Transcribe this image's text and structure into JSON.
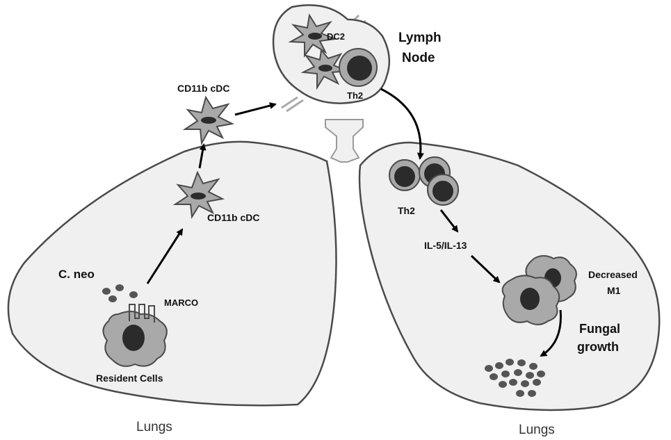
{
  "labels": {
    "lymph_node_line1": "Lymph",
    "lymph_node_line2": "Node",
    "dc2": "DC2",
    "th2_node": "Th2",
    "cd11b_top": "CD11b cDC",
    "cd11b_lung": "CD11b cDC",
    "c_neo": "C. neo",
    "marco": "MARCO",
    "resident_cells": "Resident Cells",
    "lungs_left": "Lungs",
    "th2_lung": "Th2",
    "il5_il13": "IL-5/IL-13",
    "decreased_line1": "Decreased",
    "decreased_line2": "M1",
    "fungal_line1": "Fungal",
    "fungal_line2": "growth",
    "lungs_right": "Lungs"
  },
  "colors": {
    "outline": "#4a4a4a",
    "lung_fill": "#f0f0f0",
    "cell_fill": "#a9a9a9",
    "nucleus": "#2b2b2b",
    "arrow": "#000000"
  }
}
